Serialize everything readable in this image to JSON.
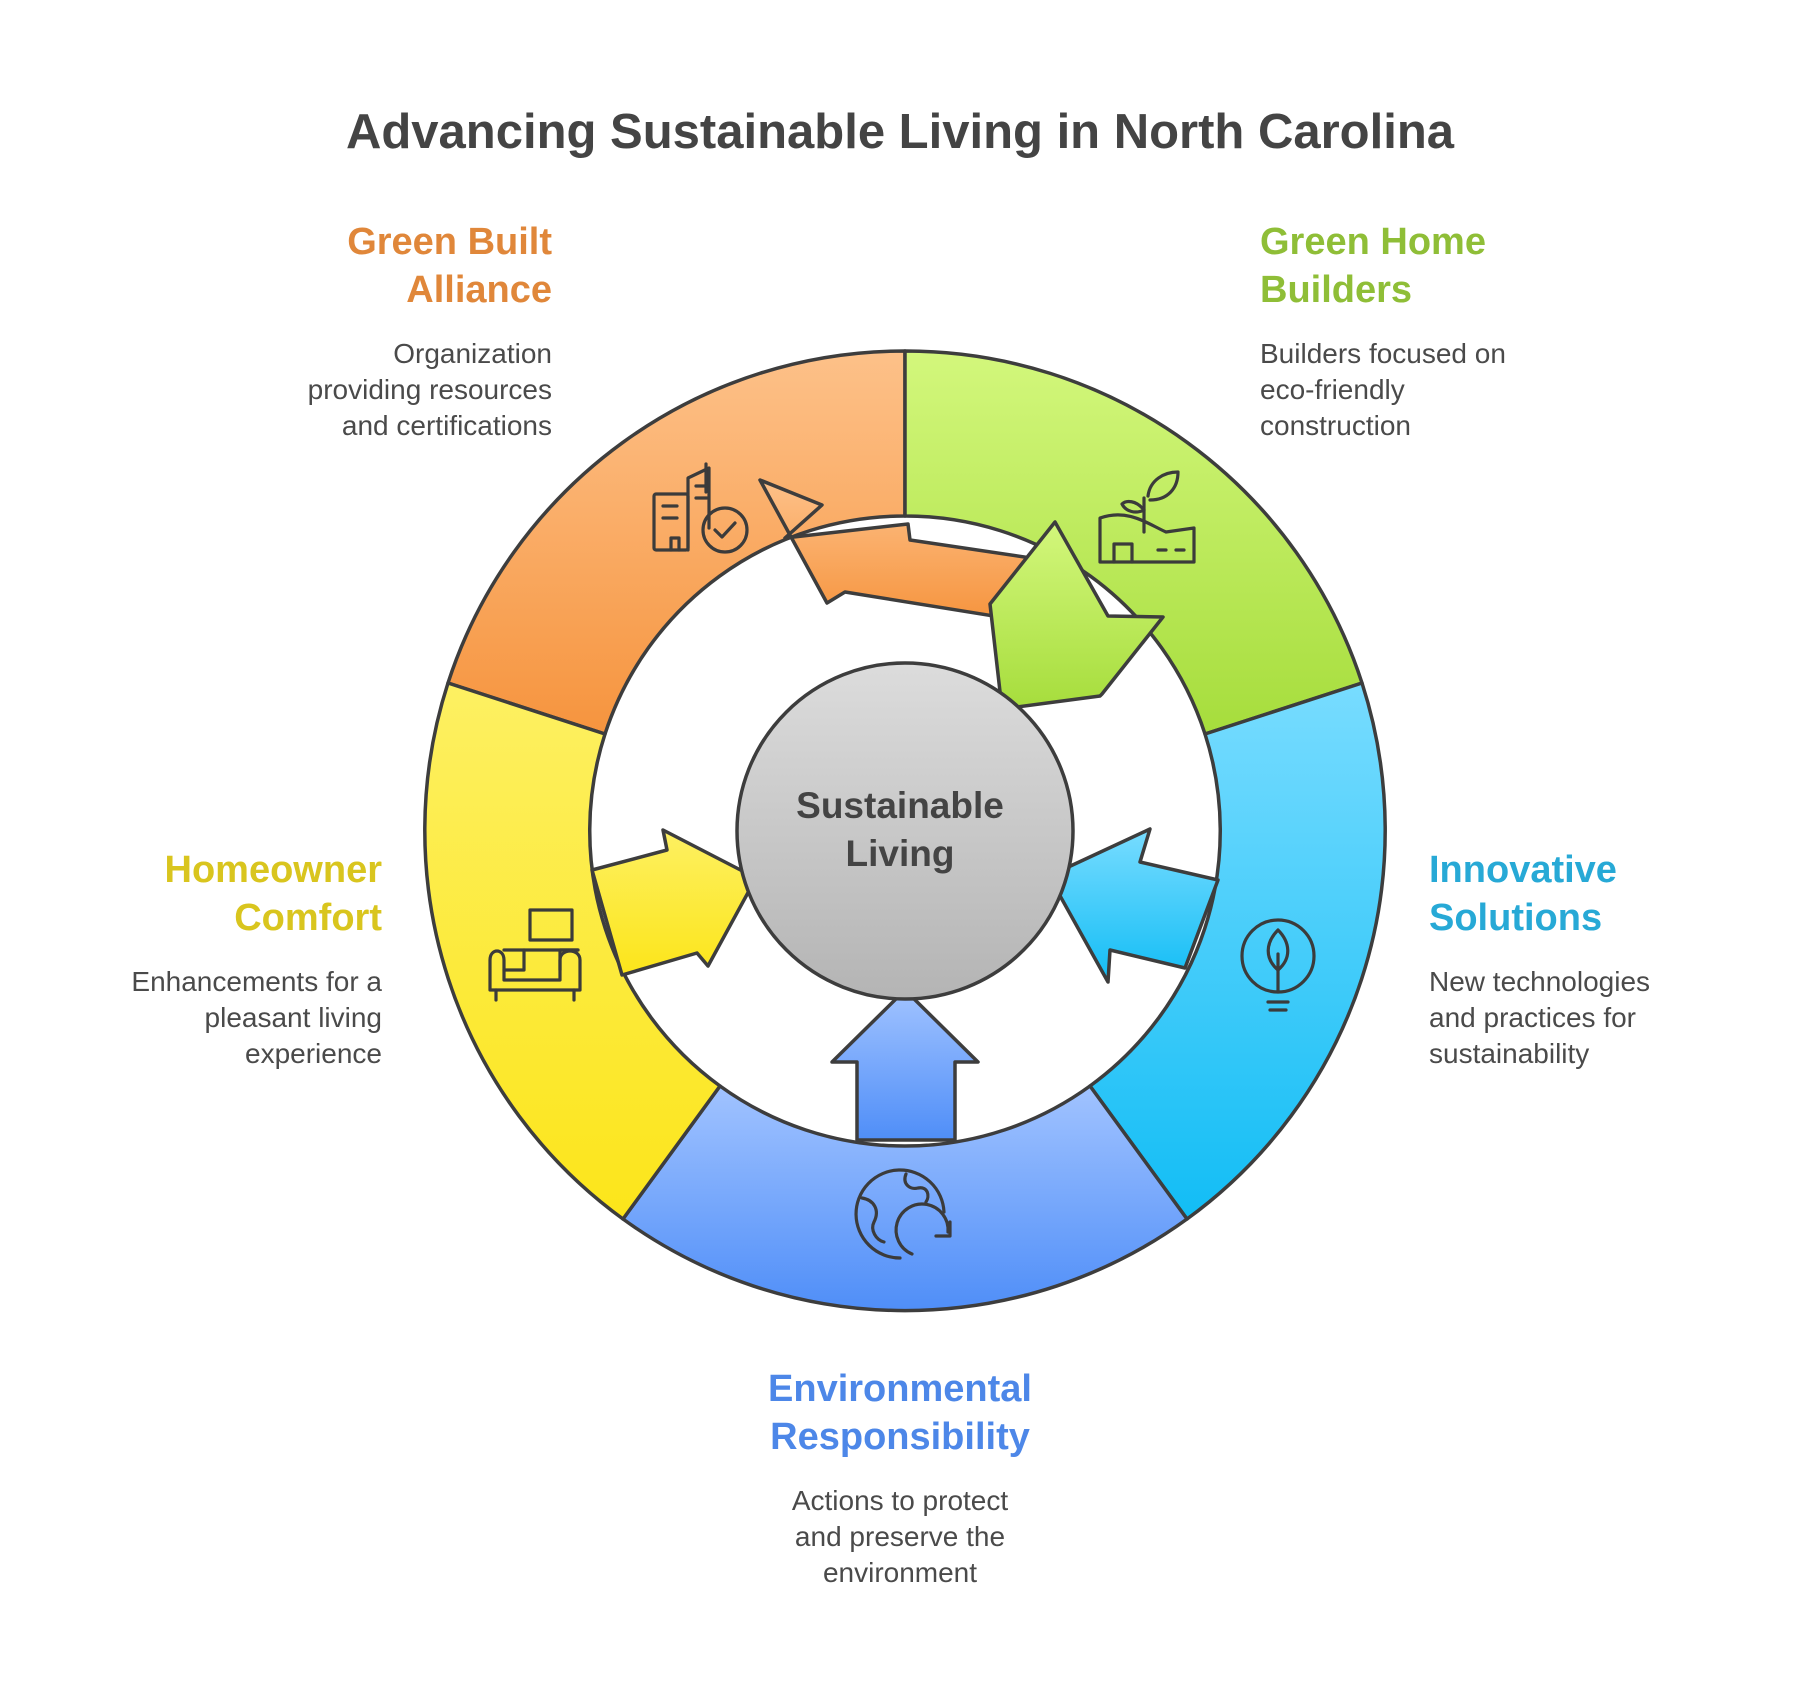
{
  "title": "Advancing Sustainable Living in North Carolina",
  "center": {
    "label": "Sustainable\nLiving",
    "color": "#c4c4c4"
  },
  "segments": [
    {
      "id": "green-built-alliance",
      "title": "Green Built\nAlliance",
      "description": "Organization\nproviding resources\nand certifications",
      "color": "#f6943e",
      "title_color": "#e0873a",
      "icon": "certified-building-icon"
    },
    {
      "id": "green-home-builders",
      "title": "Green Home\nBuilders",
      "description": "Builders focused on\neco-friendly\nconstruction",
      "color": "#a6dd3c",
      "title_color": "#8fbe37",
      "icon": "eco-house-plant-icon"
    },
    {
      "id": "innovative-solutions",
      "title": "Innovative\nSolutions",
      "description": "New technologies\nand practices for\nsustainability",
      "color": "#25c3f5",
      "title_color": "#27a9d6",
      "icon": "eco-lightbulb-icon"
    },
    {
      "id": "environmental-responsibility",
      "title": "Environmental\nResponsibility",
      "description": "Actions to protect\nand preserve the\nenvironment",
      "color": "#4f8ef8",
      "title_color": "#4d87e8",
      "icon": "recycle-globe-icon"
    },
    {
      "id": "homeowner-comfort",
      "title": "Homeowner\nComfort",
      "description": "Enhancements for a\npleasant living\nexperience",
      "color": "#fce51a",
      "title_color": "#d9c51e",
      "icon": "sofa-laptop-icon"
    }
  ]
}
